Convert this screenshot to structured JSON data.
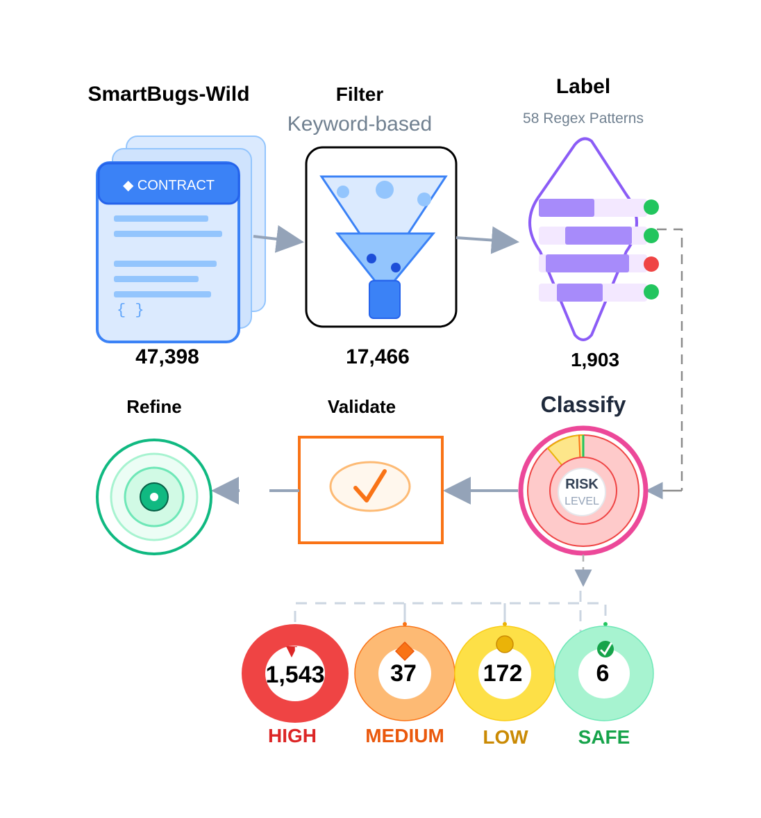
{
  "colors": {
    "contract_blue": "#3b82f6",
    "filter_blue": "#60a5fa",
    "label_purple": "#8b5cf6",
    "classify_pink": "#ec4899",
    "validate_orange": "#f97316",
    "refine_green": "#10b981",
    "arrow_gray": "#94a3b8",
    "high": "#ef4444",
    "medium": "#fdba74",
    "low": "#fde047",
    "safe": "#6ee7b7"
  },
  "stages": {
    "source": {
      "title": "SmartBugs-Wild",
      "card_label": "◆ CONTRACT",
      "code_glyph": "{ }",
      "count": "47,398",
      "icon": "document-stack-icon"
    },
    "filter": {
      "title": "Filter",
      "subtitle": "Keyword-based",
      "count": "17,466",
      "icon": "funnel-icon"
    },
    "label": {
      "title": "Label",
      "subtitle": "58 Regex Patterns",
      "count": "1,903",
      "icon": "regex-rows-icon"
    },
    "classify": {
      "title": "Classify",
      "center_main": "RISK",
      "center_sub": "LEVEL",
      "icon": "risk-donut-icon"
    },
    "validate": {
      "title": "Validate",
      "icon": "checkmark-icon"
    },
    "refine": {
      "title": "Refine",
      "icon": "target-icon"
    }
  },
  "categories": [
    {
      "name": "HIGH",
      "count": "1,543",
      "icon": "exclamation-flag-icon"
    },
    {
      "name": "MEDIUM",
      "count": "37",
      "icon": "diamond-icon"
    },
    {
      "name": "LOW",
      "count": "172",
      "icon": "circle-icon"
    },
    {
      "name": "SAFE",
      "count": "6",
      "icon": "check-badge-icon"
    }
  ]
}
